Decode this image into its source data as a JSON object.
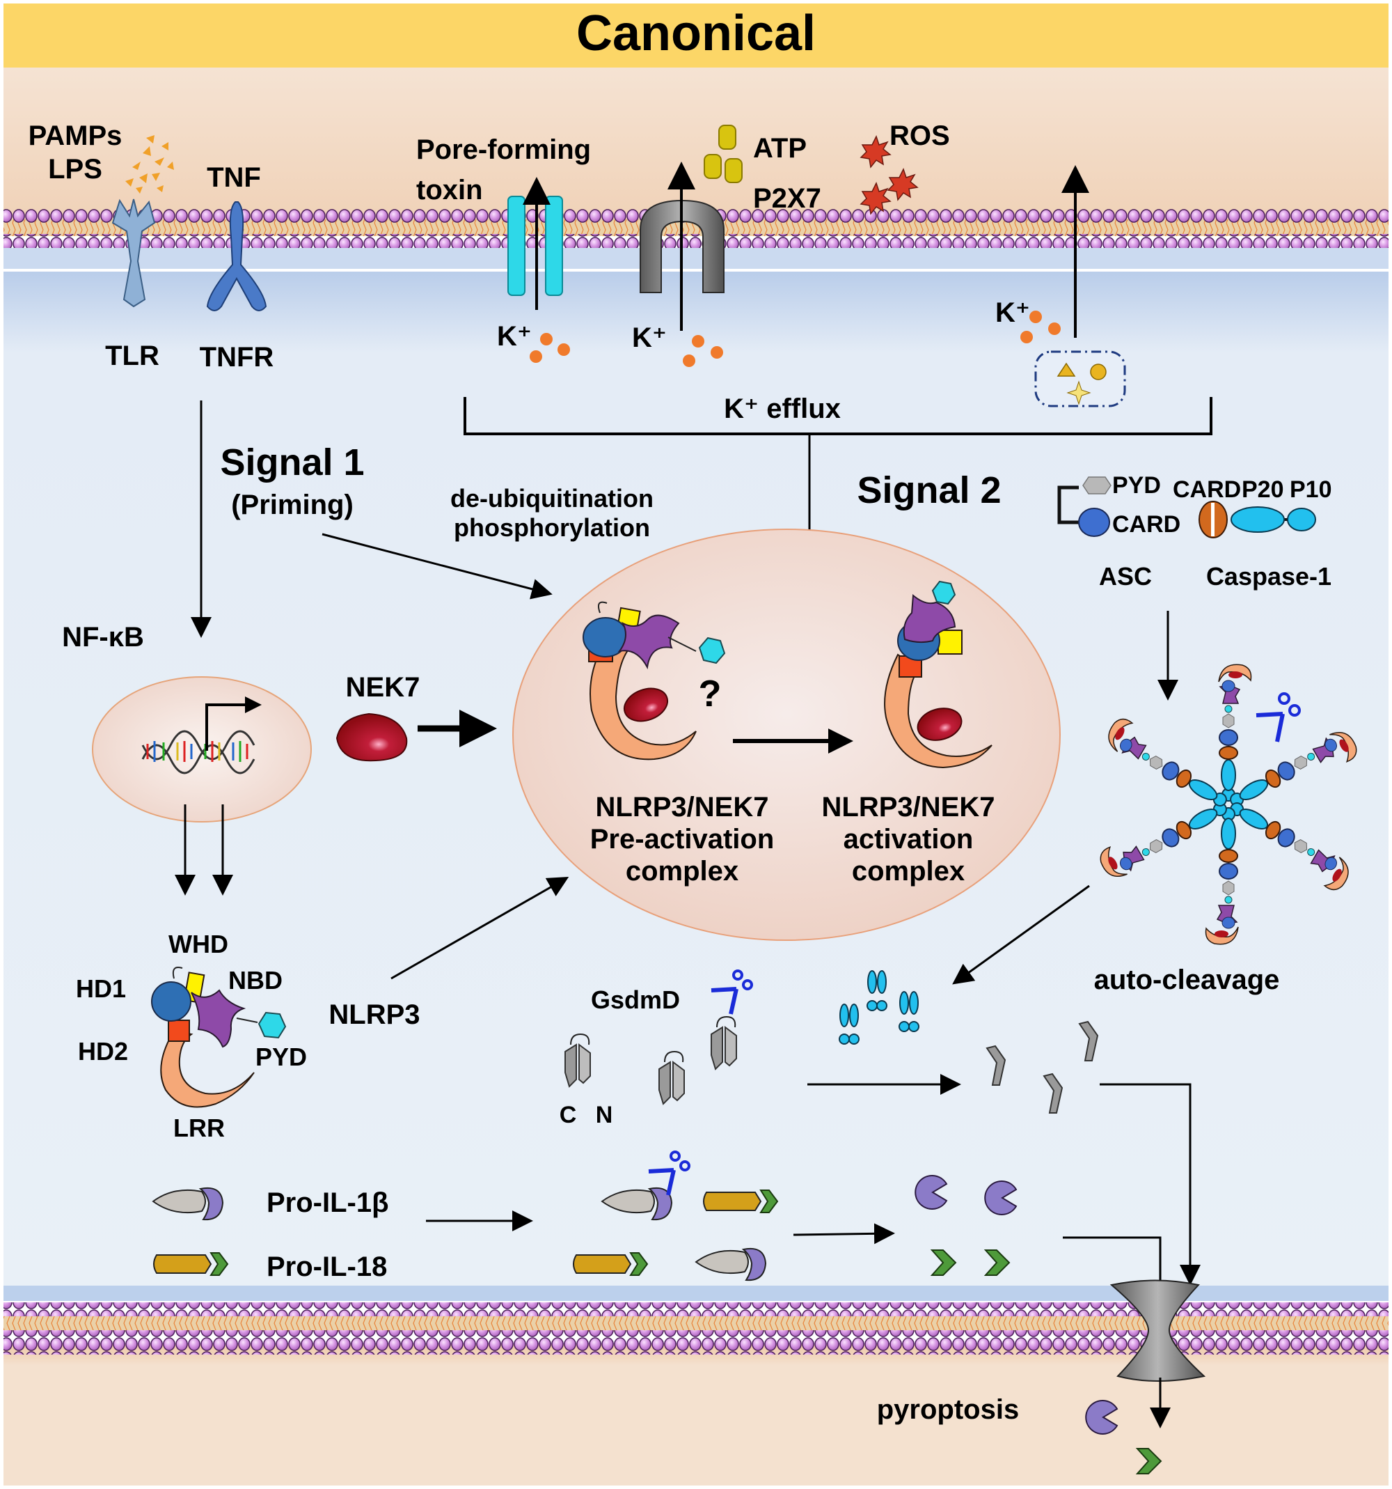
{
  "title": "Canonical",
  "colors": {
    "title_band": "#FCD667",
    "extracellular": "#F4E1CF",
    "cytoplasm": "#E9F0F7",
    "lipid_head": "#C978D6",
    "potassium": "#F07A2B",
    "nucleus_fill": "#F3DED6",
    "nek7": "#B0121C",
    "scissors": "#1A2BD8"
  },
  "extracellular": {
    "pamps_label": "PAMPs",
    "lps_label": "LPS",
    "tnf_label": "TNF",
    "pore_toxin_line1": "Pore-forming",
    "pore_toxin_line2": "toxin",
    "atp_label": "ATP",
    "p2x7_label": "P2X7",
    "ros_label": "ROS"
  },
  "receptors": {
    "tlr_label": "TLR",
    "tnfr_label": "TNFR"
  },
  "potassium": {
    "k1": "K⁺",
    "k2": "K⁺",
    "k3": "K⁺",
    "efflux_label": "K⁺ efflux"
  },
  "signal1": {
    "title": "Signal 1",
    "subtitle": "(Priming)",
    "mod_line1": "de-ubiquitination",
    "mod_line2": "phosphorylation"
  },
  "signal2": {
    "title": "Signal 2"
  },
  "nucleus": {
    "nfkb_label": "NF-κB"
  },
  "nek7": {
    "label": "NEK7"
  },
  "complex": {
    "question": "?",
    "pre_line1": "NLRP3/NEK7",
    "pre_line2": "Pre-activation",
    "pre_line3": "complex",
    "act_line1": "NLRP3/NEK7",
    "act_line2": "activation",
    "act_line3": "complex"
  },
  "asc_legend": {
    "pyd": "PYD",
    "card": "CARD",
    "asc": "ASC"
  },
  "caspase_legend": {
    "card": "CARD",
    "p20": "P20",
    "p10": "P10",
    "name": "Caspase-1"
  },
  "nlrp3_domains": {
    "whd": "WHD",
    "hd1": "HD1",
    "nbd": "NBD",
    "hd2": "HD2",
    "pyd": "PYD",
    "lrr": "LRR",
    "name": "NLRP3"
  },
  "gsdmd": {
    "label": "GsdmD",
    "c": "C",
    "n": "N"
  },
  "inflammasome": {
    "auto_cleavage": "auto-cleavage"
  },
  "cytokines": {
    "pro_il1b": "Pro-IL-1β",
    "pro_il18": "Pro-IL-18"
  },
  "outcome": {
    "pyroptosis": "pyroptosis"
  }
}
